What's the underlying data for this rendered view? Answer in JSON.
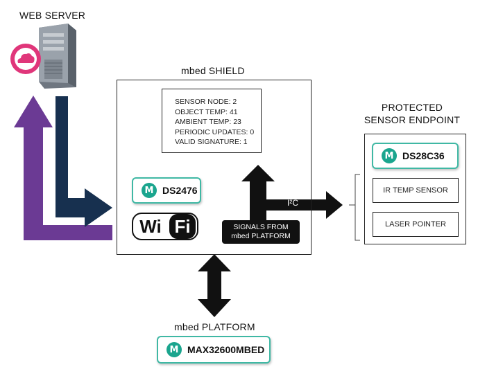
{
  "web_server": {
    "label": "WEB SERVER"
  },
  "shield": {
    "title": "mbed SHIELD",
    "readout": [
      "SENSOR NODE: 2",
      "OBJECT TEMP: 41",
      "AMBIENT TEMP: 23",
      "PERIODIC UPDATES: 0",
      "VALID SIGNATURE: 1"
    ],
    "auth_chip": "DS2476",
    "wifi_left": "Wi",
    "wifi_right": "Fi",
    "signals_line1": "SIGNALS FROM",
    "signals_line2": "mbed PLATFORM",
    "bus_label": "I²C"
  },
  "endpoint": {
    "title_line1": "PROTECTED",
    "title_line2": "SENSOR ENDPOINT",
    "chip": "DS28C36",
    "sensor": "IR TEMP SENSOR",
    "laser": "LASER POINTER"
  },
  "platform": {
    "title": "mbed PLATFORM",
    "chip": "MAX32600MBED"
  },
  "colors": {
    "accent_teal": "#3fb8a4",
    "logo_teal": "#1aa58e",
    "arrow_purple": "#6b3a94",
    "arrow_navy": "#17304f",
    "cloud_pink": "#e0367a"
  }
}
